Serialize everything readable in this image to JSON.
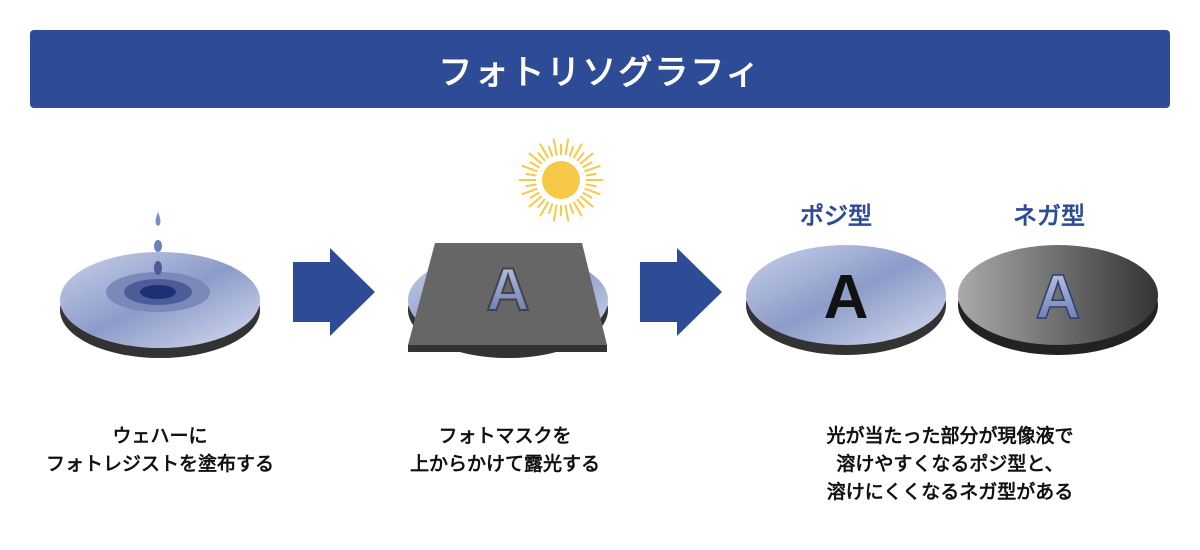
{
  "title": "フォトリソグラフィ",
  "steps": [
    {
      "line1": "ウェハーに",
      "line2": "フォトレジストを塗布する"
    },
    {
      "line1": "フォトマスクを",
      "line2": "上からかけて露光する"
    },
    {
      "line1": "光が当たった部分が現像液で",
      "line2": "溶けやすくなるポジ型と、",
      "line3": "溶けにくくなるネガ型がある"
    }
  ],
  "types": {
    "positive": "ポジ型",
    "negative": "ネガ型"
  },
  "mask_letter": "A",
  "colors": {
    "brand": "#2d4c95",
    "sun": "#f7c948",
    "mask": "#666666"
  }
}
